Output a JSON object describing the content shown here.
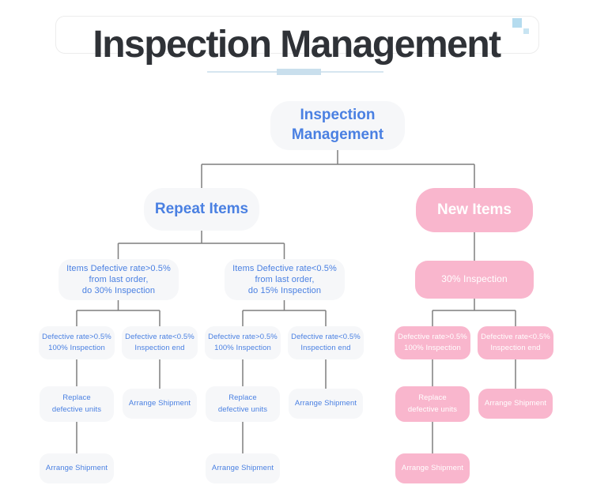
{
  "header": {
    "title": "Inspection Management",
    "icon": "two-blue-squares"
  },
  "colors": {
    "accent_blue": "#4a80e2",
    "pink": "#f9b6cd",
    "node_gray": "#f6f7f9",
    "connector_gray": "#7f7f7f",
    "title_text": "#2f3237",
    "underline_blue": "#c9dfed"
  },
  "tree": {
    "nodes": [
      {
        "id": "root",
        "label": "Inspection\nManagement",
        "style": "light"
      },
      {
        "id": "repeat-items",
        "label": "Repeat Items",
        "style": "light"
      },
      {
        "id": "new-items",
        "label": "New Items",
        "style": "pink"
      },
      {
        "id": "repeat-high",
        "label": "Items Defective rate>0.5%\nfrom last order,\ndo 30% Inspection",
        "style": "light"
      },
      {
        "id": "repeat-low",
        "label": "Items Defective rate<0.5%\nfrom last order,\ndo 15% Inspection",
        "style": "light"
      },
      {
        "id": "new-30pct",
        "label": "30% Inspection",
        "style": "pink"
      },
      {
        "id": "repeat30-gt",
        "label": "Defective rate>0.5%\n100% Inspection",
        "style": "light"
      },
      {
        "id": "repeat30-lt",
        "label": "Defective rate<0.5%\nInspection end",
        "style": "light"
      },
      {
        "id": "repeat15-gt",
        "label": "Defective rate>0.5%\n100% Inspection",
        "style": "light"
      },
      {
        "id": "repeat15-lt",
        "label": "Defective rate<0.5%\nInspection end",
        "style": "light"
      },
      {
        "id": "new-gt",
        "label": "Defective rate>0.5%\n100% Inspection",
        "style": "pink"
      },
      {
        "id": "new-lt",
        "label": "Defective rate<0.5%\nInspection end",
        "style": "pink"
      },
      {
        "id": "repeat30-replace",
        "label": "Replace\ndefective units",
        "style": "light"
      },
      {
        "id": "repeat30-ship",
        "label": "Arrange Shipment",
        "style": "light"
      },
      {
        "id": "repeat15-replace",
        "label": "Replace\ndefective units",
        "style": "light"
      },
      {
        "id": "repeat15-ship",
        "label": "Arrange Shipment",
        "style": "light"
      },
      {
        "id": "new-replace",
        "label": "Replace\ndefective units",
        "style": "pink"
      },
      {
        "id": "new-ship",
        "label": "Arrange Shipment",
        "style": "pink"
      },
      {
        "id": "repeat30-final-ship",
        "label": "Arrange Shipment",
        "style": "light"
      },
      {
        "id": "repeat15-final-ship",
        "label": "Arrange Shipment",
        "style": "light"
      },
      {
        "id": "new-final-ship",
        "label": "Arrange Shipment",
        "style": "pink"
      }
    ]
  }
}
